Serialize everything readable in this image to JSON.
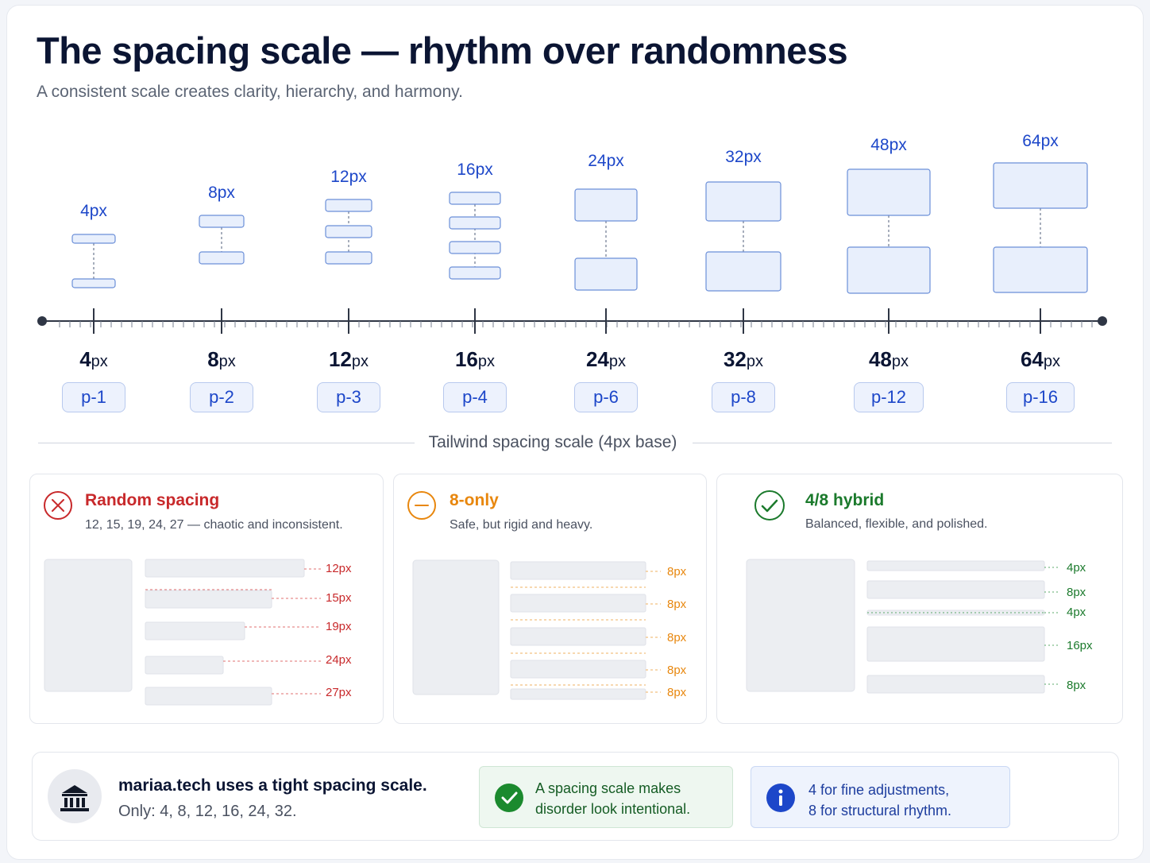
{
  "title": "The spacing scale — rhythm over randomness",
  "subtitle": "A consistent scale creates clarity, hierarchy, and harmony.",
  "scale_caption": "Tailwind spacing scale (4px base)",
  "colors": {
    "blue": "#1d47c9",
    "red": "#c8292b",
    "orange": "#e8870e",
    "green": "#1b7a2c",
    "dark": "#0b1533"
  },
  "steps": [
    {
      "top_label": "4px",
      "value": "4",
      "unit": "px",
      "class": "p-1"
    },
    {
      "top_label": "8px",
      "value": "8",
      "unit": "px",
      "class": "p-2"
    },
    {
      "top_label": "12px",
      "value": "12",
      "unit": "px",
      "class": "p-3"
    },
    {
      "top_label": "16px",
      "value": "16",
      "unit": "px",
      "class": "p-4"
    },
    {
      "top_label": "24px",
      "value": "24",
      "unit": "px",
      "class": "p-6"
    },
    {
      "top_label": "32px",
      "value": "32",
      "unit": "px",
      "class": "p-8"
    },
    {
      "top_label": "48px",
      "value": "48",
      "unit": "px",
      "class": "p-12"
    },
    {
      "top_label": "64px",
      "value": "64",
      "unit": "px",
      "class": "p-16"
    }
  ],
  "panels": [
    {
      "title": "Random spacing",
      "desc": "12, 15, 19, 24, 27 — chaotic and inconsistent.",
      "icon": "x-circle-icon",
      "labels": [
        "12px",
        "15px",
        "19px",
        "24px",
        "27px"
      ]
    },
    {
      "title": "8-only",
      "desc": "Safe, but rigid and heavy.",
      "icon": "minus-circle-icon",
      "labels": [
        "8px",
        "8px",
        "8px",
        "8px",
        "8px"
      ]
    },
    {
      "title": "4/8 hybrid",
      "desc": "Balanced, flexible, and polished.",
      "icon": "check-circle-icon",
      "labels": [
        "4px",
        "8px",
        "4px",
        "16px",
        "8px"
      ]
    }
  ],
  "bottom": {
    "headline": "mariaa.tech uses a tight spacing scale.",
    "detail": "Only: 4, 8, 12, 16, 24, 32.",
    "callout_green": [
      "A spacing scale makes",
      "disorder look intentional."
    ],
    "callout_blue": [
      "4 for fine adjustments,",
      "8 for structural rhythm."
    ]
  }
}
